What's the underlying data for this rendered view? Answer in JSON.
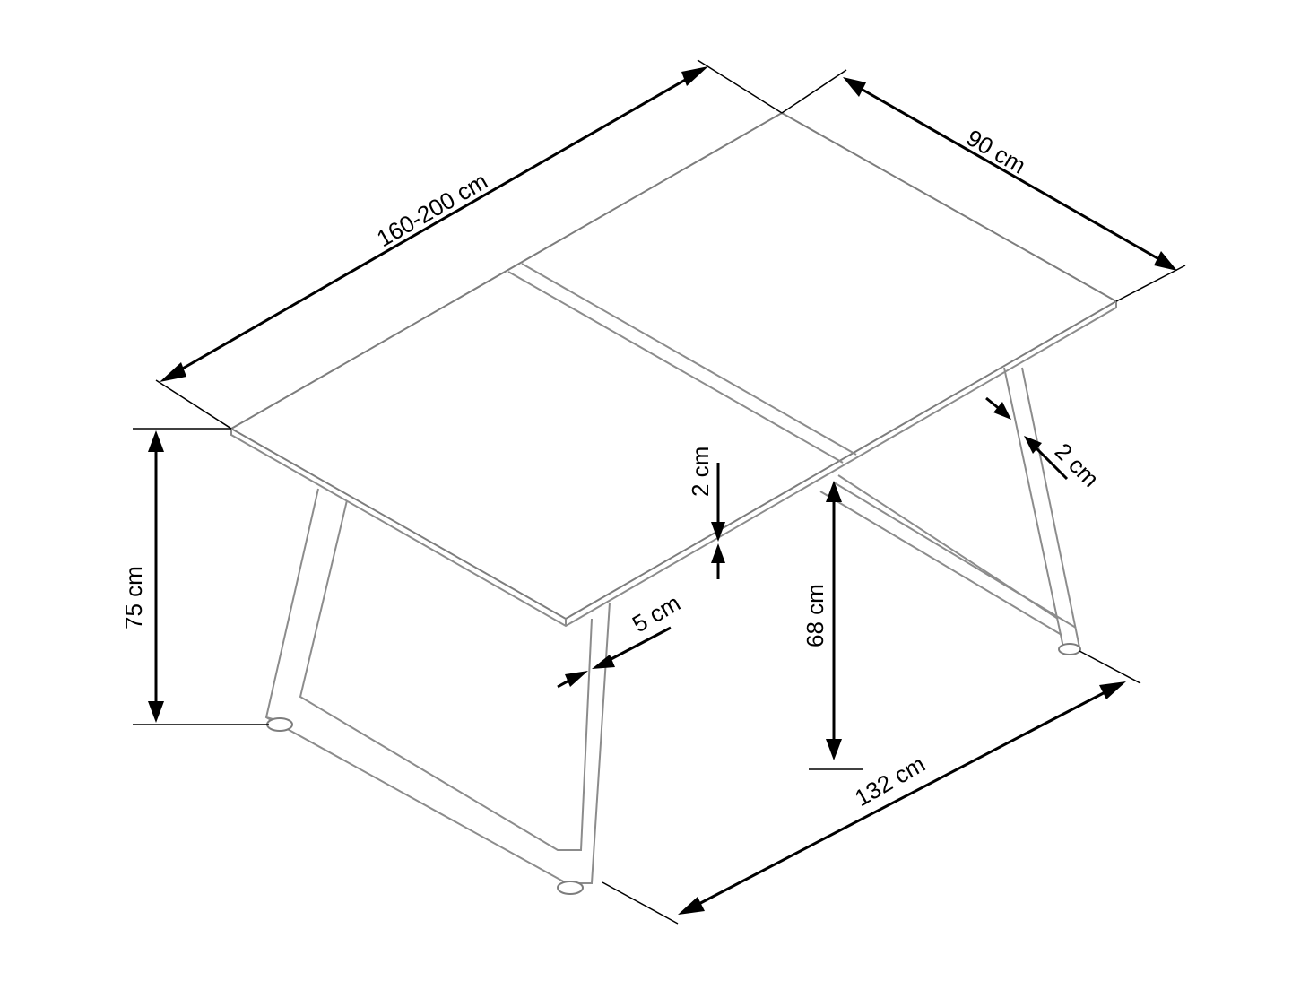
{
  "diagram": {
    "colors": {
      "outline": "#8c8c8c",
      "dimension": "#000000",
      "background": "#ffffff"
    },
    "dimensions": {
      "length": "160-200 cm",
      "width": "90 cm",
      "height": "75 cm",
      "leg_height": "68 cm",
      "top_thickness_front": "2 cm",
      "top_thickness_side": "2 cm",
      "leg_width": "5 cm",
      "leg_span": "132 cm"
    }
  }
}
